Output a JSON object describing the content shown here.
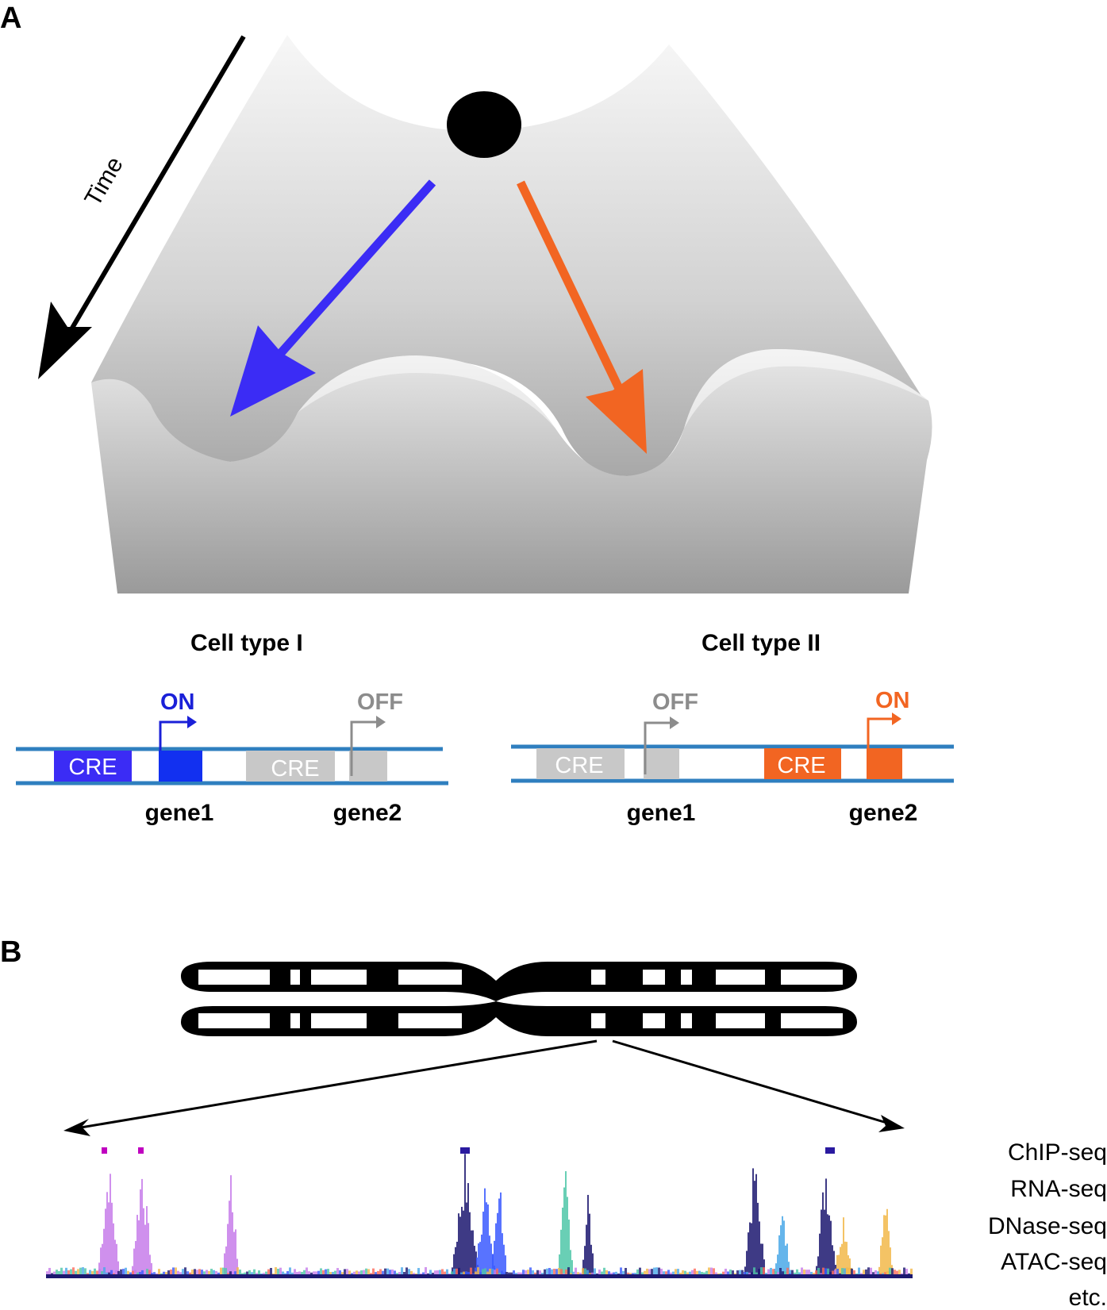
{
  "panel_a": {
    "letter": "A",
    "time_label": "Time",
    "colors": {
      "path_blue": "#3b2cf5",
      "path_orange": "#f26522",
      "dna_line": "#2f7fbf",
      "inactive_gray": "#c8c8c8",
      "label_gray": "#8c8c8c"
    },
    "cell_type_1": {
      "title": "Cell type I",
      "cre_label": "CRE",
      "cre2_label": "CRE",
      "gene1_label": "gene1",
      "gene2_label": "gene2",
      "gene1_state": "ON",
      "gene2_state": "OFF"
    },
    "cell_type_2": {
      "title": "Cell type II",
      "cre_label": "CRE",
      "cre2_label": "CRE",
      "gene1_label": "gene1",
      "gene2_label": "gene2",
      "gene1_state": "OFF",
      "gene2_state": "ON"
    }
  },
  "panel_b": {
    "letter": "B",
    "assays": [
      "ChIP-seq",
      "RNA-seq",
      "DNase-seq",
      "ATAC-seq",
      "etc."
    ],
    "track_colors": [
      "#c77dea",
      "#1c1870",
      "#3b5bff",
      "#4fc7a8",
      "#4aa8e8",
      "#f2b84a",
      "#ff6a5a"
    ]
  }
}
